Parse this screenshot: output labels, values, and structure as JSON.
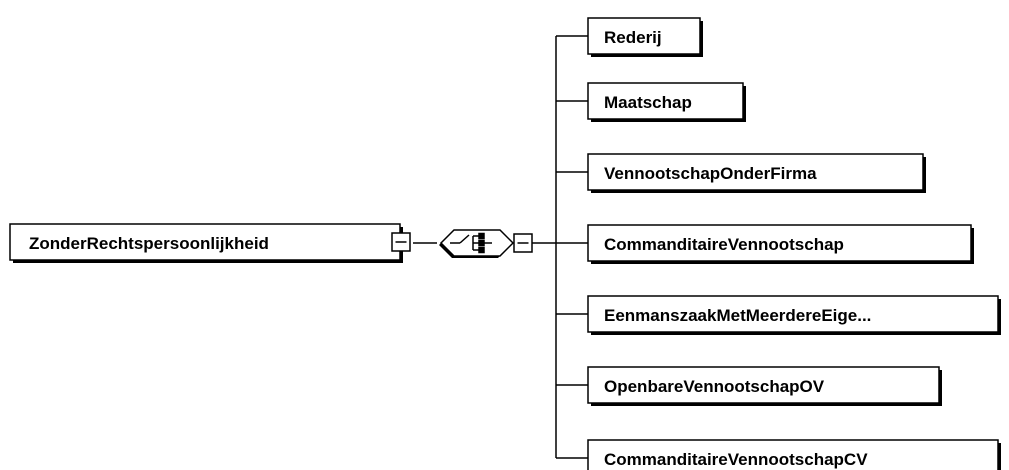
{
  "diagram": {
    "root": {
      "label": "ZonderRechtspersoonlijkheid"
    },
    "compositor": {
      "kind": "choice"
    },
    "children": [
      {
        "label": "Rederij"
      },
      {
        "label": "Maatschap"
      },
      {
        "label": "VennootschapOnderFirma"
      },
      {
        "label": "CommanditaireVennootschap"
      },
      {
        "label": "EenmanszaakMetMeerdereEige..."
      },
      {
        "label": "OpenbareVennootschapOV"
      },
      {
        "label": "CommanditaireVennootschapCV"
      }
    ],
    "colors": {
      "stroke": "#000000",
      "fill": "#ffffff",
      "shadow": "#000000"
    }
  }
}
